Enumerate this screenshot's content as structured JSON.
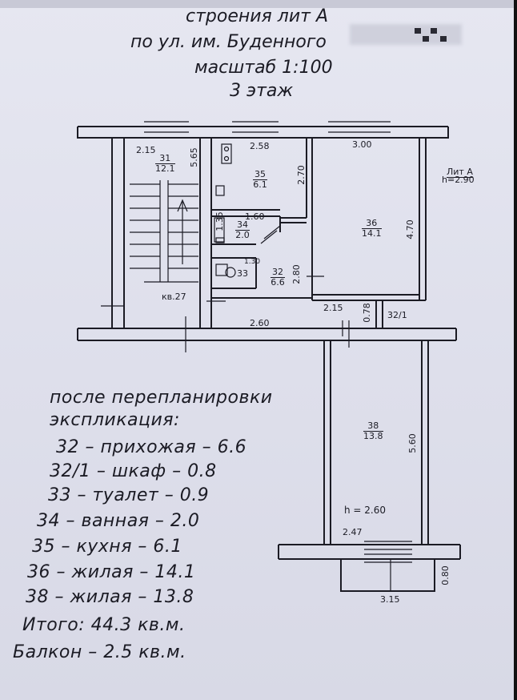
{
  "header": {
    "line1": "строения лит А",
    "line2": "по ул. им. Буденного",
    "line3": "масштаб 1:100",
    "line4": "3 этаж"
  },
  "plan": {
    "dims": {
      "d_215_top": "2.15",
      "d_565": "5.65",
      "d_258": "2.58",
      "d_270": "2.70",
      "d_300": "3.00",
      "d_135": "1.35",
      "d_160": "1.60",
      "d_130": "1.30",
      "d_280": "2.80",
      "d_470": "4.70",
      "d_215_mid": "2.15",
      "d_078": "0.78",
      "d_260": "2.60",
      "d_560": "5.60",
      "d_247": "2.47",
      "d_080": "0.80",
      "d_315": "3.15"
    },
    "rooms": {
      "r31": {
        "num": "31",
        "area": "12.1"
      },
      "r35": {
        "num": "35",
        "area": "6.1"
      },
      "r36": {
        "num": "36",
        "area": "14.1"
      },
      "r34": {
        "num": "34",
        "area": "2.0"
      },
      "r32": {
        "num": "32",
        "area": "6.6"
      },
      "r33": {
        "num": "33"
      },
      "r321": {
        "num": "32/1"
      },
      "r38": {
        "num": "38",
        "area": "13.8"
      }
    },
    "apt_label": "кв.27",
    "lit_label": "Лит А",
    "lit_height": "h=2.90",
    "height_label": "h = 2.60"
  },
  "explication": {
    "heading1": "после перепланировки",
    "heading2": "экспликация:",
    "items": [
      "32 – прихожая – 6.6",
      "32/1 – шкаф  – 0.8",
      "33 – туалет – 0.9",
      "34 – ванная  – 2.0",
      "35 – кухня – 6.1",
      "36 – жилая – 14.1",
      "38 – жилая  – 13.8"
    ],
    "total": "Итого: 44.3 кв.м.",
    "balcony": "Балкон  – 2.5 кв.м."
  }
}
